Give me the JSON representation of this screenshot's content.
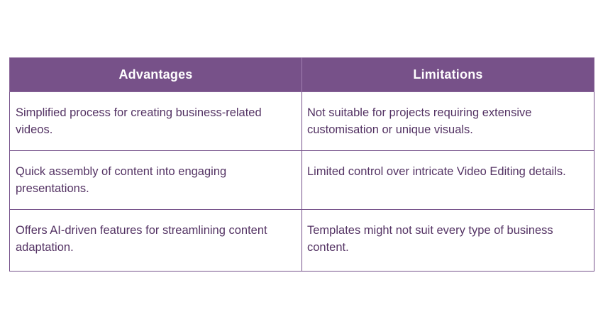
{
  "table": {
    "columns": [
      {
        "key": "advantages",
        "label": "Advantages"
      },
      {
        "key": "limitations",
        "label": "Limitations"
      }
    ],
    "rows": [
      {
        "advantages": "Simplified process for creating business-related videos.",
        "limitations": "Not suitable for projects requiring extensive customisation or unique visuals."
      },
      {
        "advantages": "Quick assembly of content into engaging presentations.",
        "limitations": "Limited control over intricate Video Editing details."
      },
      {
        "advantages": "Offers AI-driven features for streamlining content adaptation.",
        "limitations": "Templates might not suit every type of business content."
      }
    ]
  },
  "colors": {
    "header_background": "#775189",
    "header_text": "#ffffff",
    "body_text": "#533263",
    "border": "#75518a",
    "page_background": "#ffffff"
  }
}
